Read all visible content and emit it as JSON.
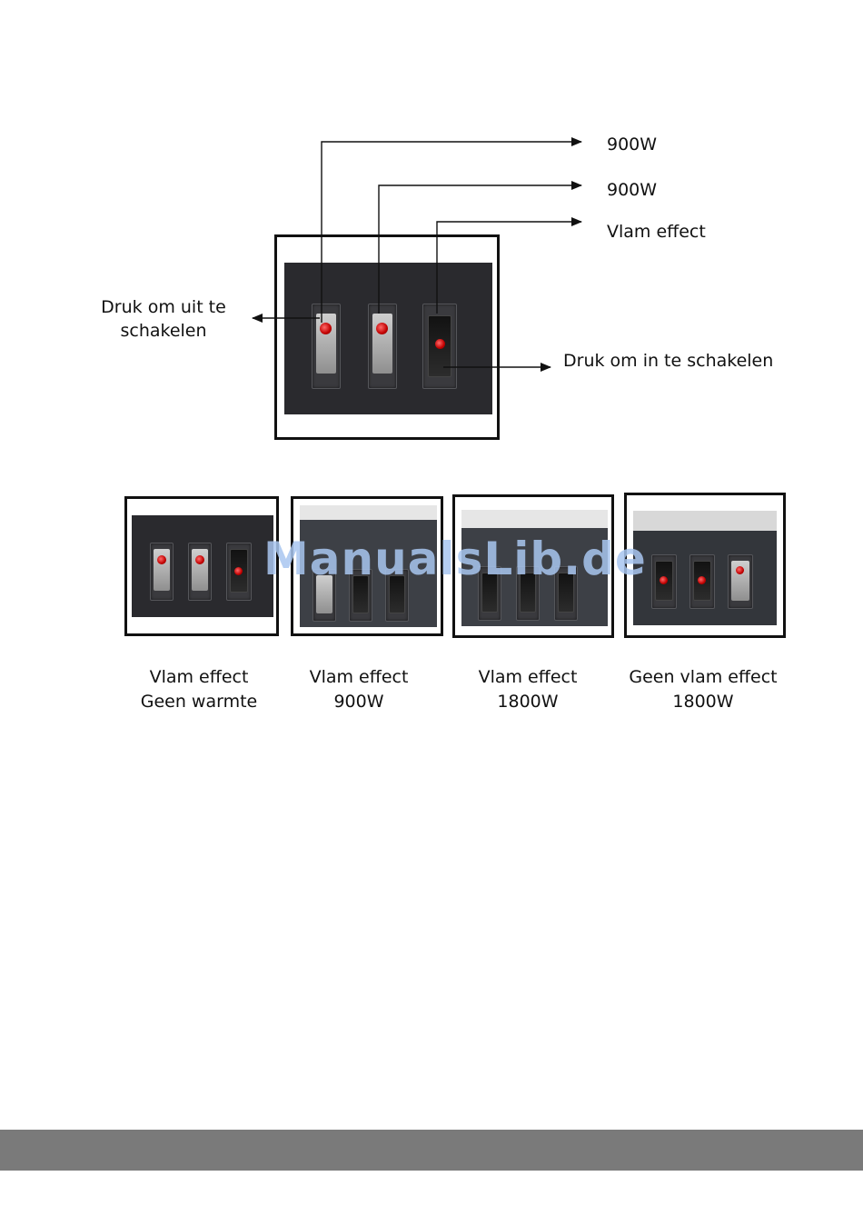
{
  "callouts": {
    "switch1": "900W",
    "switch2": "900W",
    "switch3": "Vlam effect",
    "press_off": [
      "Druk om uit te",
      "schakelen"
    ],
    "press_on": "Druk om in te schakelen"
  },
  "states": [
    {
      "line1": "Vlam effect",
      "line2": "Geen warmte",
      "switches": [
        "on",
        "on",
        "off"
      ]
    },
    {
      "line1": "Vlam effect",
      "line2": "900W",
      "switches": [
        "on",
        "off",
        "off"
      ]
    },
    {
      "line1": "Vlam effect",
      "line2": "1800W",
      "switches": [
        "off",
        "off",
        "off"
      ]
    },
    {
      "line1": "Geen vlam effect",
      "line2": "1800W",
      "switches": [
        "off",
        "off",
        "on"
      ]
    }
  ],
  "watermark": "ManualsLib.de",
  "colors": {
    "led": "#d10000",
    "panel": "#2a2a2e",
    "footer": "#7a7a7a",
    "watermark": "#a9c6f0"
  }
}
